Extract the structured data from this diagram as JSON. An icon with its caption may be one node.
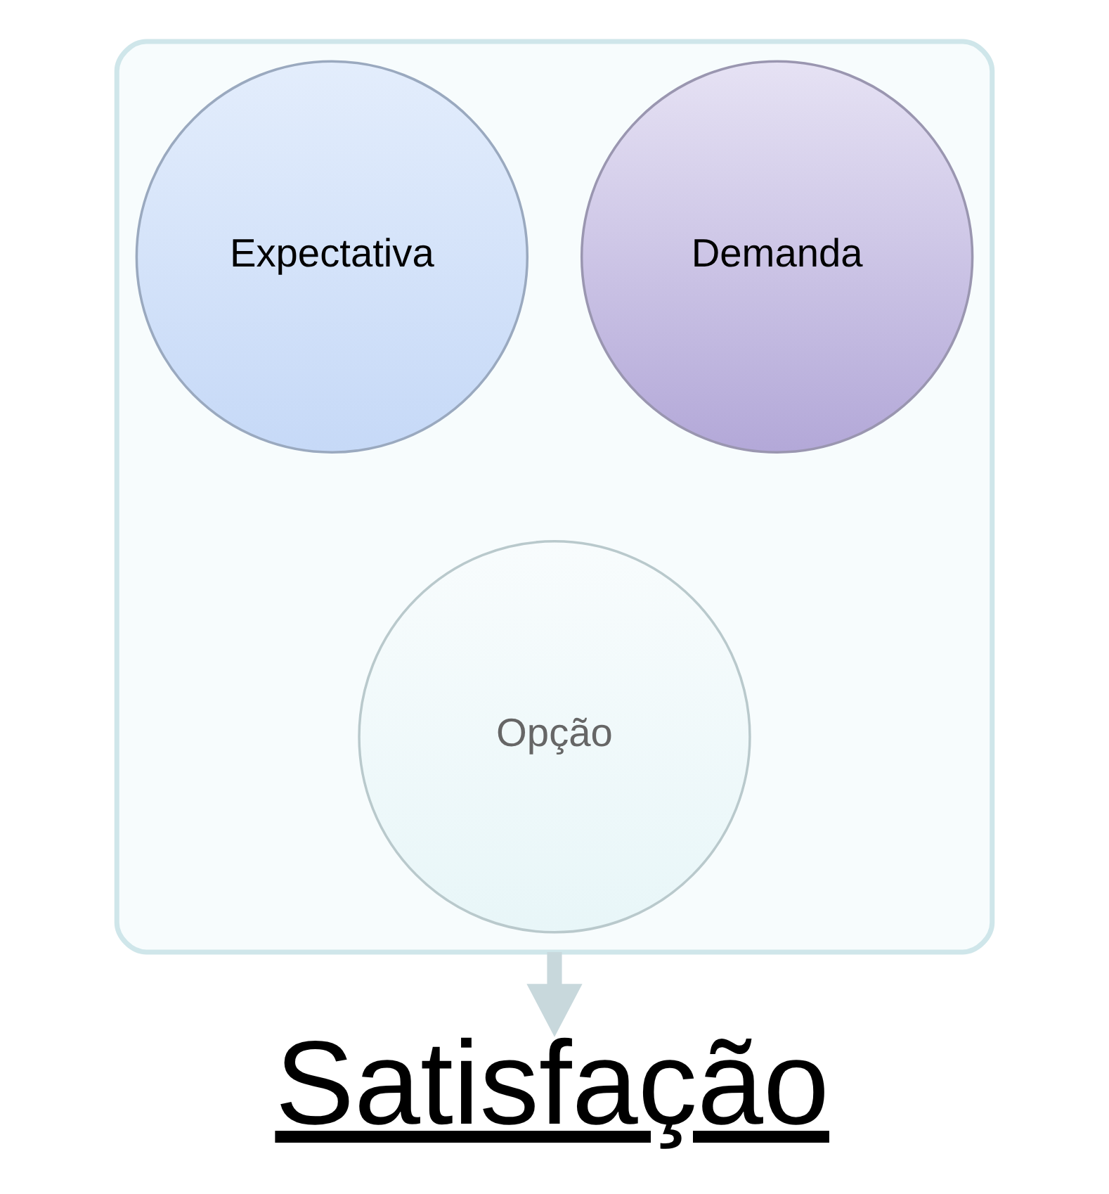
{
  "diagram": {
    "nodes": [
      {
        "text": [],
        "shape": "funnel"
      },
      {
        "text": [
          "Expectativa"
        ],
        "in": 0
      },
      {
        "text": [
          "Demanda"
        ],
        "in": 0
      },
      {
        "text": [
          "Opção"
        ],
        "in": 0
      },
      {
        "text": [
          "Satisfação"
        ]
      }
    ],
    "edges": [
      {
        "from": 0,
        "to": 4,
        "arrow": "to"
      }
    ]
  }
}
